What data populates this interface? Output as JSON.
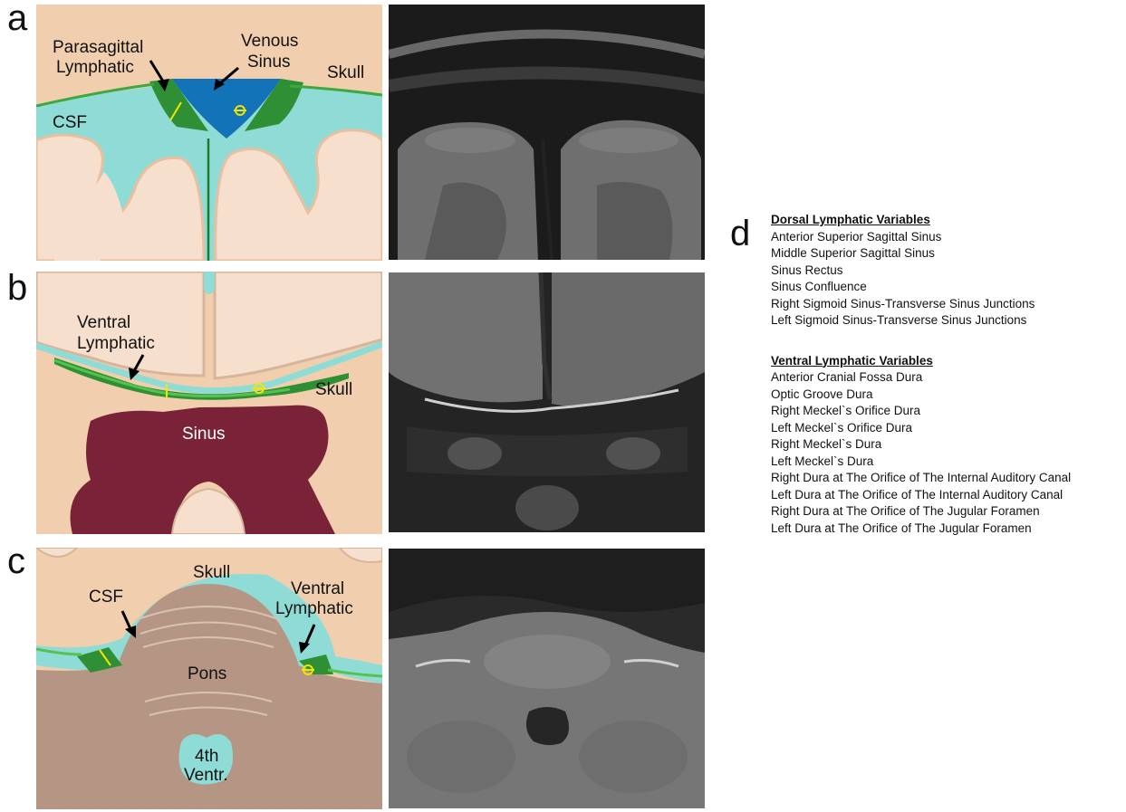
{
  "panels": {
    "a": {
      "letter": "a",
      "labels": {
        "parasagittal": "Parasagittal",
        "lymphatic": "Lymphatic",
        "venous": "Venous",
        "sinus": "Sinus",
        "skull": "Skull",
        "csf": "CSF"
      }
    },
    "b": {
      "letter": "b",
      "labels": {
        "ventral": "Ventral",
        "lymphatic": "Lymphatic",
        "skull": "Skull",
        "sinus": "Sinus"
      }
    },
    "c": {
      "letter": "c",
      "labels": {
        "skull": "Skull",
        "csf": "CSF",
        "ventral": "Ventral",
        "lymphatic": "Lymphatic",
        "pons": "Pons",
        "fourth": "4th",
        "ventr": "Ventr."
      }
    },
    "d": {
      "letter": "d"
    }
  },
  "legend": {
    "dorsal_title": "Dorsal Lymphatic Variables",
    "dorsal_items": [
      "Anterior Superior Sagittal Sinus",
      "Middle Superior Sagittal Sinus",
      "Sinus Rectus",
      "Sinus Confluence",
      "Right Sigmoid Sinus-Transverse Sinus Junctions",
      "Left Sigmoid Sinus-Transverse Sinus Junctions"
    ],
    "ventral_title": "Ventral Lymphatic Variables",
    "ventral_items": [
      "Anterior Cranial Fossa Dura",
      "Optic Groove Dura",
      "Right Meckel`s Orifice Dura",
      "Left Meckel`s Orifice Dura",
      "Right Meckel`s Dura",
      "Left Meckel`s Dura",
      "Right Dura at The Orifice of The Internal Auditory Canal",
      "Left Dura at The Orifice of The Internal Auditory Canal",
      "Right Dura at The Orifice of The Jugular Foramen",
      "Left Dura at The Orifice of The Jugular Foramen"
    ]
  },
  "colors": {
    "skull": "#f1cfae",
    "brain": "#f6e0cd",
    "csf": "#8fdcd6",
    "lymphatic_dark": "#1f7a2a",
    "lymphatic_light": "#4cbd4a",
    "venous_sinus": "#1273b8",
    "sphenoid_sinus": "#7a2338",
    "pons": "#b59684",
    "marker": "#f2e600"
  }
}
